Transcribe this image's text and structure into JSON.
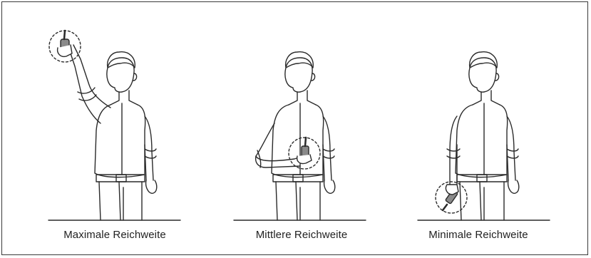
{
  "panels": [
    {
      "caption": "Maximale Reichweite"
    },
    {
      "caption": "Mittlere Reichweite"
    },
    {
      "caption": "Minimale Reichweite"
    }
  ],
  "colors": {
    "line": "#2a2a2a",
    "device_fill": "#8a8a8a",
    "frame": "#3a3a3a"
  },
  "icons": [
    "walkie-talkie-icon",
    "dashed-circle-highlight"
  ]
}
